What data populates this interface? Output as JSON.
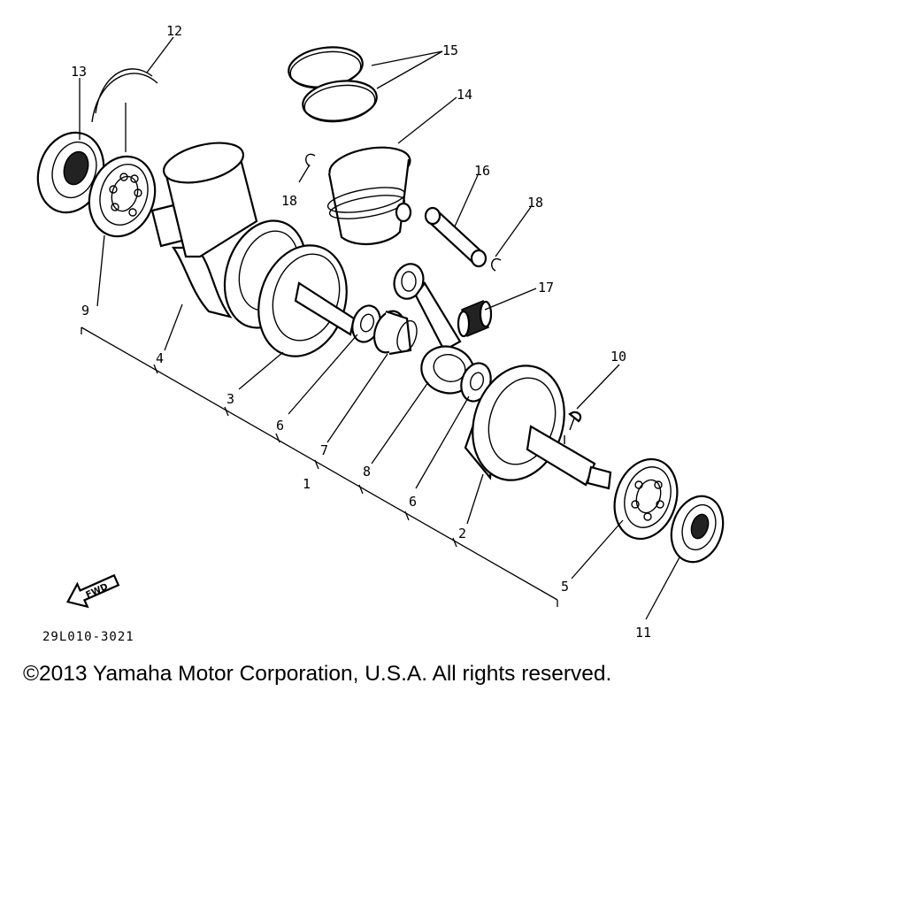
{
  "diagram": {
    "callouts": {
      "c1": "1",
      "c2": "2",
      "c3": "3",
      "c4": "4",
      "c5": "5",
      "c6a": "6",
      "c6b": "6",
      "c7": "7",
      "c8": "8",
      "c9": "9",
      "c10": "10",
      "c11": "11",
      "c12": "12",
      "c13": "13",
      "c14": "14",
      "c15": "15",
      "c16": "16",
      "c17": "17",
      "c18a": "18",
      "c18b": "18"
    },
    "fwd_label": "FWD",
    "drawing_code": "29L010-3021"
  },
  "footer": {
    "copyright": "©2013 Yamaha Motor Corporation, U.S.A. All rights reserved."
  }
}
